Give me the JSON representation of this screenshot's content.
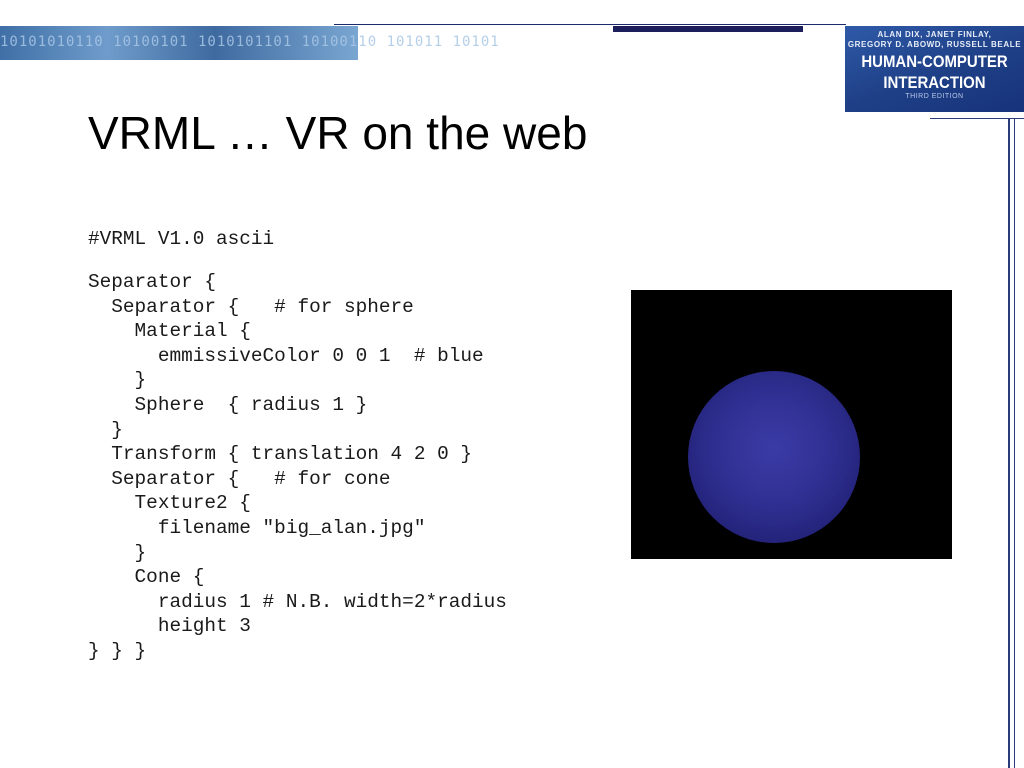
{
  "slide": {
    "title": "VRML … VR on the web"
  },
  "book_cover": {
    "authors_line1": "ALAN DIX, JANET FINLAY,",
    "authors_line2": "GREGORY D. ABOWD, RUSSELL BEALE",
    "title_line1": "HUMAN-COMPUTER",
    "title_line2": "INTERACTION",
    "edition": "THIRD EDITION"
  },
  "banner": {
    "text": "10101010110 10100101 1010101101 10100110 101011 10101"
  },
  "code": {
    "header": "#VRML V1.0 ascii",
    "lines": [
      "Separator {",
      "  Separator {   # for sphere",
      "    Material {",
      "      emmissiveColor 0 0 1  # blue",
      "    }",
      "    Sphere  { radius 1 }",
      "  }",
      "  Transform { translation 4 2 0 }",
      "  Separator {   # for cone",
      "    Texture2 {",
      "      filename \"big_alan.jpg\"",
      "    }",
      "    Cone {",
      "      radius 1 # N.B. width=2*radius",
      "      height 3",
      "} } }"
    ]
  },
  "render": {
    "background_color": "#000000",
    "sphere_color": "#2f2f92"
  },
  "colors": {
    "accent_dark": "#1c1f5c",
    "banner_blue": "#3f6fa6",
    "text": "#000000"
  }
}
